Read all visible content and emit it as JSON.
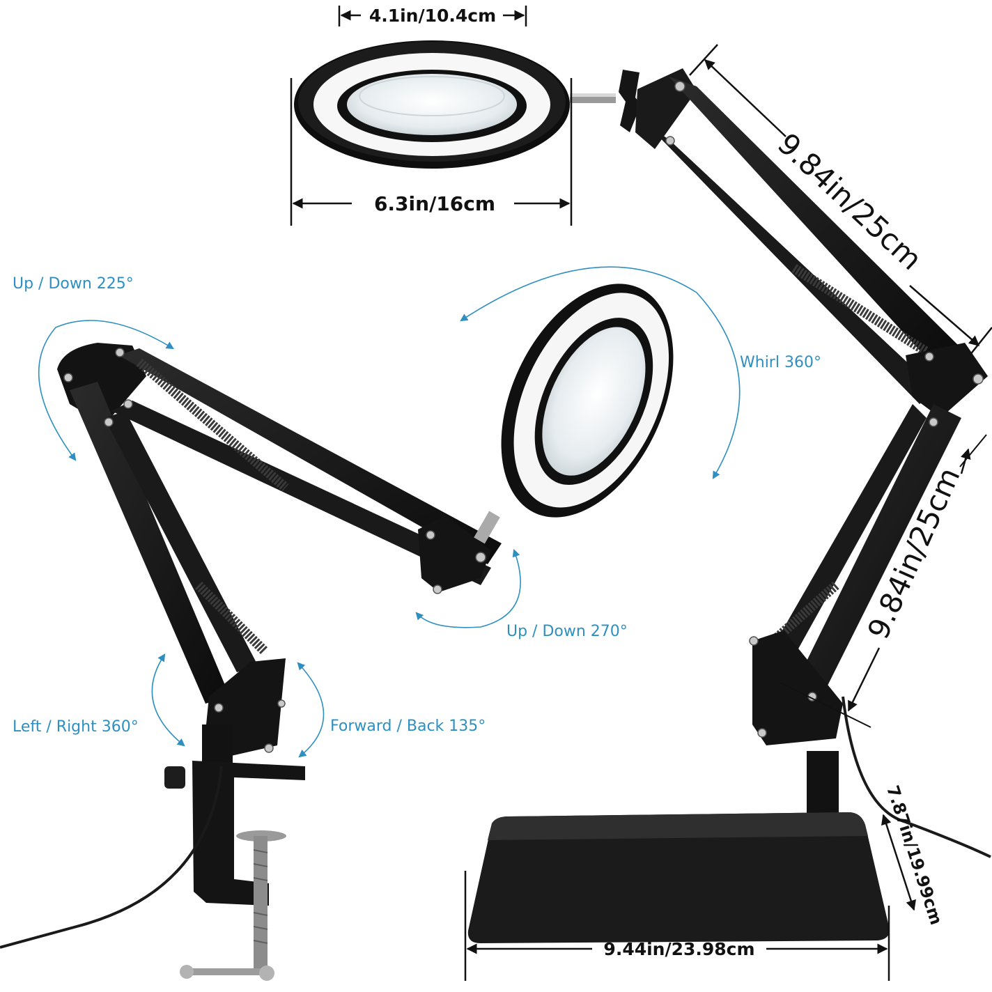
{
  "colors": {
    "metal": "#161616",
    "metal_edge": "#2a2a2a",
    "led_ring": "#f6f6f6",
    "lens": "#e8eef1",
    "arrow": "#2e8fc0",
    "screw": "#c9c9c9",
    "dimension": "#111111"
  },
  "dimensions": {
    "lens_diameter": "4.1in/10.4cm",
    "head_diameter": "6.3in/16cm",
    "upper_arm": "9.84in/25cm",
    "lower_arm": "9.84in/25cm",
    "base_depth": "7.87in/19.99cm",
    "base_width": "9.44in/23.98cm"
  },
  "features": {
    "up_down_225": "Up / Down 225°",
    "whirl": "Whirl 360°",
    "up_down_270": "Up / Down 270°",
    "left_right": "Left / Right 360°",
    "forward_back": "Forward / Back 135°"
  }
}
